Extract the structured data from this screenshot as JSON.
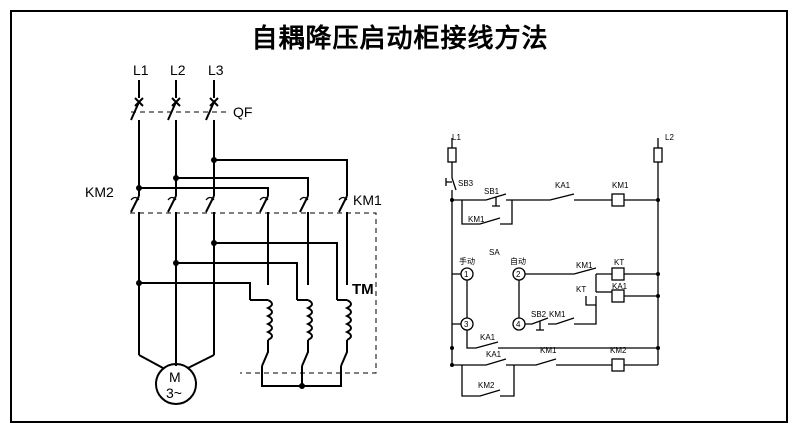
{
  "title": "自耦降压启动柜接线方法",
  "main_circuit": {
    "phases": [
      "L1",
      "L2",
      "L3"
    ],
    "breaker": "QF",
    "contactor_run": "KM2",
    "contactor_start": "KM1",
    "transformer": "TM",
    "motor_top": "M",
    "motor_bottom": "3~"
  },
  "control_circuit": {
    "supply_left": "L1",
    "supply_right": "L2",
    "stop_button": "SB3",
    "start_button_1": "SB1",
    "start_button_2": "SB2",
    "selector": "SA",
    "manual": "手动",
    "auto": "自动",
    "terminal_1": "1",
    "terminal_2": "2",
    "terminal_3": "3",
    "terminal_4": "4",
    "ka1": "KA1",
    "km1": "KM1",
    "km2": "KM2",
    "kt": "KT"
  }
}
